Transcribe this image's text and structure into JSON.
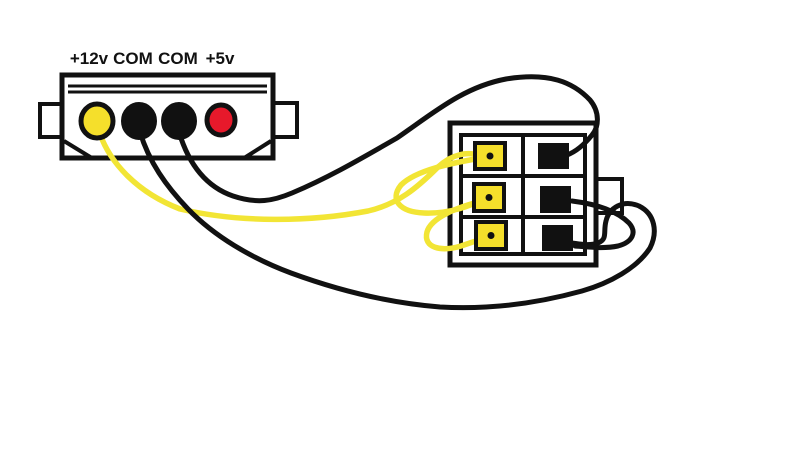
{
  "colors": {
    "ink": "#111111",
    "background": "#ffffff",
    "wire_yellow": "#f2e535",
    "pin_yellow": "#f5df2b",
    "pin_red": "#e7192b",
    "pin_black": "#111111"
  },
  "molex_connector": {
    "pin_labels": [
      "+12v",
      "COM",
      "COM",
      "+5v"
    ],
    "pins": [
      {
        "label": "+12v",
        "color": "yellow"
      },
      {
        "label": "COM",
        "color": "black"
      },
      {
        "label": "COM",
        "color": "black"
      },
      {
        "label": "+5v",
        "color": "red"
      }
    ]
  },
  "six_pin_connector": {
    "rows": 3,
    "columns": 2,
    "left_column_pin_color": "yellow",
    "right_column_pin_color": "black"
  },
  "wires": [
    {
      "color": "yellow",
      "from": "molex +12v pin",
      "to": "six-pin left column pins 1-2-3 (daisy-chained with loops)"
    },
    {
      "color": "black",
      "from": "molex COM pin 2",
      "to": "six-pin top-right black pin",
      "route": "arcs over the top"
    },
    {
      "color": "black",
      "from": "molex COM pin 1",
      "to": "six-pin bottom-right black pin",
      "route": "sweeps under the bottom and curls up the right side"
    },
    {
      "color": "black",
      "from": "six-pin middle-right black pin",
      "to": "six-pin bottom-right black pin",
      "route": "short loop past the side tab"
    }
  ]
}
